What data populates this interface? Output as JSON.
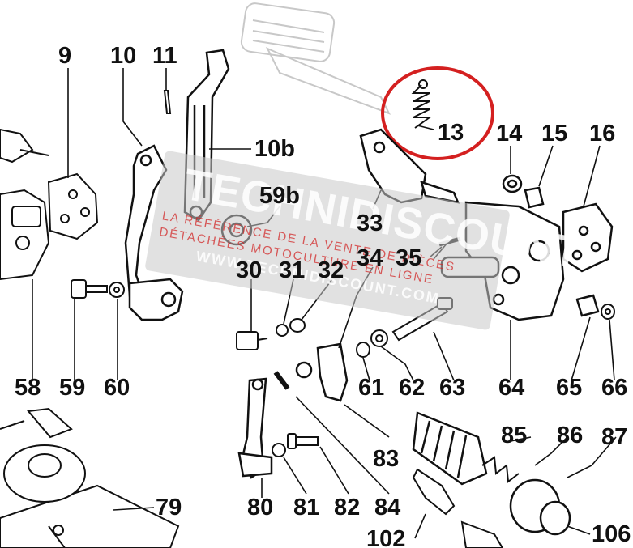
{
  "labels": {
    "p9": "9",
    "p10": "10",
    "p11": "11",
    "p10b": "10b",
    "p13": "13",
    "p14": "14",
    "p15": "15",
    "p16": "16",
    "p59b": "59b",
    "p33": "33",
    "p34": "34",
    "p35": "35",
    "p30": "30",
    "p31": "31",
    "p32": "32",
    "p58": "58",
    "p59": "59",
    "p60": "60",
    "p61": "61",
    "p62": "62",
    "p63": "63",
    "p64": "64",
    "p65": "65",
    "p66": "66",
    "p83": "83",
    "p85": "85",
    "p86": "86",
    "p87": "87",
    "p79": "79",
    "p80": "80",
    "p81": "81",
    "p82": "82",
    "p84": "84",
    "p102": "102",
    "p106": "106"
  },
  "watermark": {
    "logo": "TECHNIDISCOUNT",
    "line1": "LA RÉFÉRENCE DE LA VENTE DE PIÈCES",
    "line2": "DÉTACHÉES MOTOCULTURE EN LIGNE",
    "url": "WWW.TECHNIDISCOUNT.COM"
  },
  "colors": {
    "ink": "#111111",
    "highlight_circle": "#d42020",
    "watermark_text": "#d22828",
    "ghost_part": "#c8c8c8"
  }
}
